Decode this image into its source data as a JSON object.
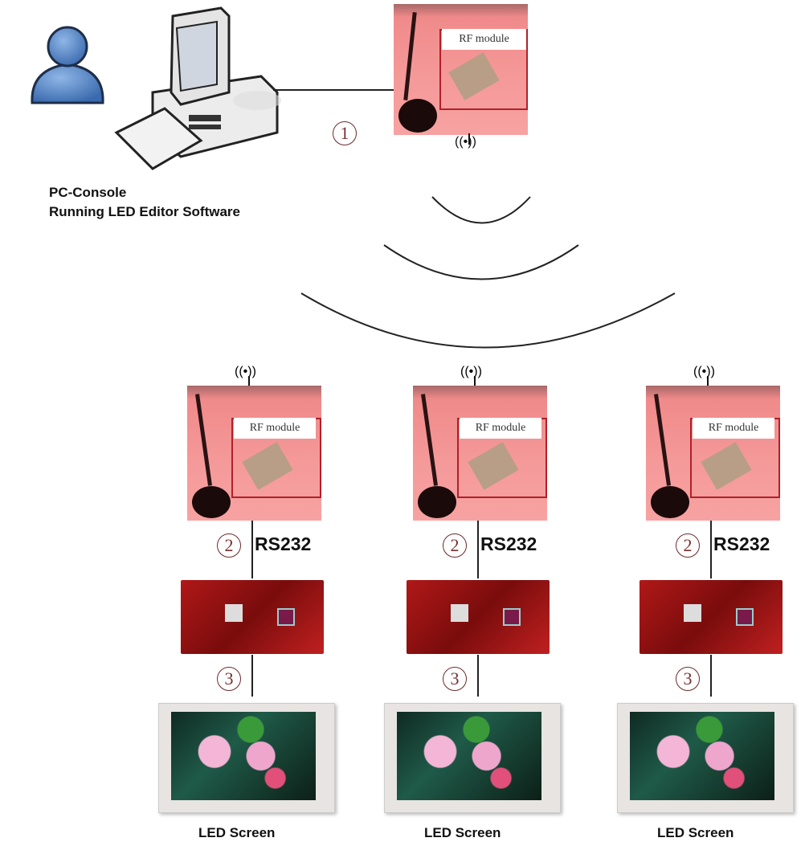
{
  "console": {
    "line1": "PC-Console",
    "line2": "Running LED Editor Software"
  },
  "transmitter": {
    "rf_label": "RF module",
    "step": "1"
  },
  "receivers": [
    {
      "rf_label": "RF module",
      "step_rs": "2",
      "rs_label": "RS232",
      "step_screen": "3",
      "screen_label": "LED Screen"
    },
    {
      "rf_label": "RF module",
      "step_rs": "2",
      "rs_label": "RS232",
      "step_screen": "3",
      "screen_label": "LED Screen"
    },
    {
      "rf_label": "RF module",
      "step_rs": "2",
      "rs_label": "RS232",
      "step_screen": "3",
      "screen_label": "LED Screen"
    }
  ],
  "colors": {
    "rf_frame": "#b0202a",
    "step_circle": "#7a2f2f",
    "user_blue": "#4a7fc0"
  }
}
